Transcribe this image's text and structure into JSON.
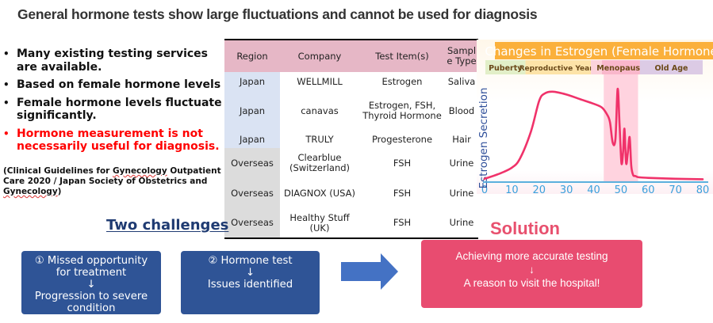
{
  "title": "General hormone tests show large fluctuations and cannot be used for diagnosis",
  "bullets": [
    {
      "text": "Many existing testing services are available.",
      "emphasis": false
    },
    {
      "text": "Based on female hormone levels",
      "emphasis": false
    },
    {
      "text": "Female hormone levels fluctuate significantly.",
      "emphasis": false
    },
    {
      "text": "Hormone measurement is not necessarily useful for diagnosis.",
      "emphasis": true
    }
  ],
  "bullet_glyph": "•",
  "citation": {
    "part1": "(Clinical Guidelines for ",
    "word1": "Gynecology",
    "part2": " Outpatient Care 2020 / Japan Society of Obstetrics and ",
    "word2": "Gynecology",
    "part3": ")"
  },
  "table": {
    "headers": [
      "Region",
      "Company",
      "Test Item(s)",
      "Sampl e Type"
    ],
    "rows": [
      {
        "region": "Japan",
        "company": "WELLMILL",
        "tests": "Estrogen",
        "sample": "Saliva",
        "group": "jp"
      },
      {
        "region": "Japan",
        "company": "canavas",
        "tests": "Estrogen, FSH, Thyroid Hormone",
        "sample": "Blood",
        "group": "jp"
      },
      {
        "region": "Japan",
        "company": "TRULY",
        "tests": "Progesterone",
        "sample": "Hair",
        "group": "jp"
      },
      {
        "region": "Overseas",
        "company": "Clearblue (Switzerland)",
        "tests": "FSH",
        "sample": "Urine",
        "group": "os"
      },
      {
        "region": "Overseas",
        "company": "DIAGNOX (USA)",
        "tests": "FSH",
        "sample": "Urine",
        "group": "os"
      },
      {
        "region": "Overseas",
        "company": "Healthy Stuff (UK)",
        "tests": "FSH",
        "sample": "Urine",
        "group": "os"
      }
    ]
  },
  "chart_data": {
    "type": "line",
    "title": "Changes in Estrogen (Female Hormone)",
    "xlabel": "",
    "ylabel": "Estrogen Secretion",
    "xlim": [
      0,
      80
    ],
    "ylim": [
      0,
      100
    ],
    "x_ticks": [
      0,
      10,
      20,
      30,
      40,
      50,
      60,
      70,
      80
    ],
    "grid": false,
    "phases": [
      {
        "label": "Puberty",
        "from": 0,
        "to": 15,
        "color": "#e2efc8"
      },
      {
        "label": "Reproductive Years",
        "from": 15,
        "to": 39,
        "color": "#fde3a8"
      },
      {
        "label": "",
        "from": 39,
        "to": 43,
        "color": "#fcd3dc"
      },
      {
        "label": "Menopause",
        "from": 43,
        "to": 57,
        "color": "#f9b7cb"
      },
      {
        "label": "Old Age",
        "from": 57,
        "to": 80,
        "color": "#dccbe5"
      }
    ],
    "highlight_range": [
      44,
      56
    ],
    "series": [
      {
        "name": "Estrogen",
        "color": "#f0326a",
        "x": [
          0,
          5,
          10,
          13,
          17,
          20,
          22,
          25,
          30,
          35,
          40,
          43,
          45,
          46,
          47,
          48,
          48.8,
          49.5,
          50.2,
          50.8,
          51.3,
          51.9,
          52.5,
          53.2,
          53.8,
          54.5,
          55.3,
          56,
          57,
          60,
          70,
          80
        ],
        "y": [
          1,
          6,
          13,
          23,
          52,
          85,
          93,
          95,
          92,
          87,
          82,
          78,
          70,
          62,
          40,
          44,
          98,
          60,
          18,
          30,
          55,
          18,
          28,
          46,
          15,
          5,
          4,
          3,
          2.5,
          2,
          1,
          0.5
        ]
      }
    ]
  },
  "challenges": {
    "heading": "Two challenges",
    "items": [
      {
        "lines": [
          "① Missed opportunity",
          "for treatment",
          "↓",
          "Progression to severe",
          "condition"
        ]
      },
      {
        "lines": [
          "② Hormone test",
          "↓",
          "Issues identified"
        ]
      }
    ]
  },
  "solution": {
    "heading": "Solution",
    "lines": [
      "Achieving more accurate testing",
      "↓",
      "A reason to visit the hospital!"
    ]
  },
  "colors": {
    "challenge_box": "#2f5496",
    "arrow": "#4472c4",
    "solution": "#e84c70",
    "curve": "#f0326a",
    "axis": "#5bb0dd"
  }
}
